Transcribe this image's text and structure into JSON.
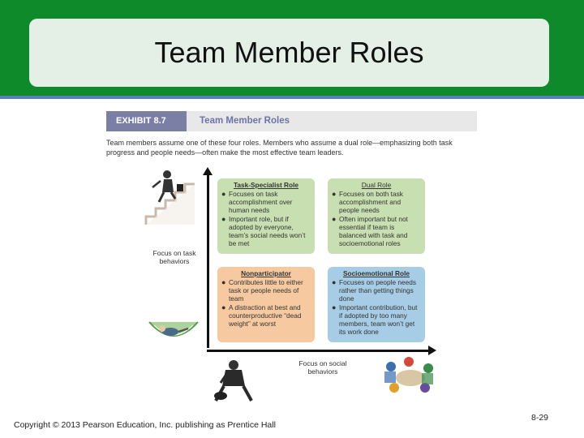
{
  "slide": {
    "title": "Team Member Roles",
    "footer": "Copyright © 2013 Pearson Education, Inc. publishing as Prentice Hall",
    "page_number": "8-29"
  },
  "exhibit": {
    "tag": "EXHIBIT 8.7",
    "title": "Team Member Roles",
    "intro": "Team members assume one of these four roles. Members who assume a dual role—emphasizing both task progress and people needs—often make the most effective team leaders."
  },
  "axes": {
    "y_label": "Focus on task behaviors",
    "x_label": "Focus on social behaviors"
  },
  "quadrants": {
    "task_specialist": {
      "title": "Task-Specialist Role",
      "bullets": [
        "Focuses on task accomplishment over human needs",
        "Important role, but if adopted by everyone, team’s social needs won’t be met"
      ]
    },
    "dual": {
      "title": "Dual Role",
      "bullets": [
        "Focuses on both task accomplishment and people needs",
        "Often important but not essential if team is balanced with task and socioemotional roles"
      ]
    },
    "nonparticipator": {
      "title": "Nonparticipator",
      "bullets": [
        "Contributes little to either task or people needs of team",
        "A distraction at best and counterproductive “dead weight” at worst"
      ]
    },
    "socioemotional": {
      "title": "Socioemotional Role",
      "bullets": [
        "Focuses on people needs rather than getting things done",
        "Important contribution, but if adopted by too many members, team won’t get its work done"
      ]
    }
  },
  "colors": {
    "header_green": "#0f8a2a",
    "exhibit_tag": "#7b7fa6",
    "quad_green": "#c8dfb1",
    "quad_blue": "#a7cde6",
    "quad_orange": "#f7c9a0"
  }
}
